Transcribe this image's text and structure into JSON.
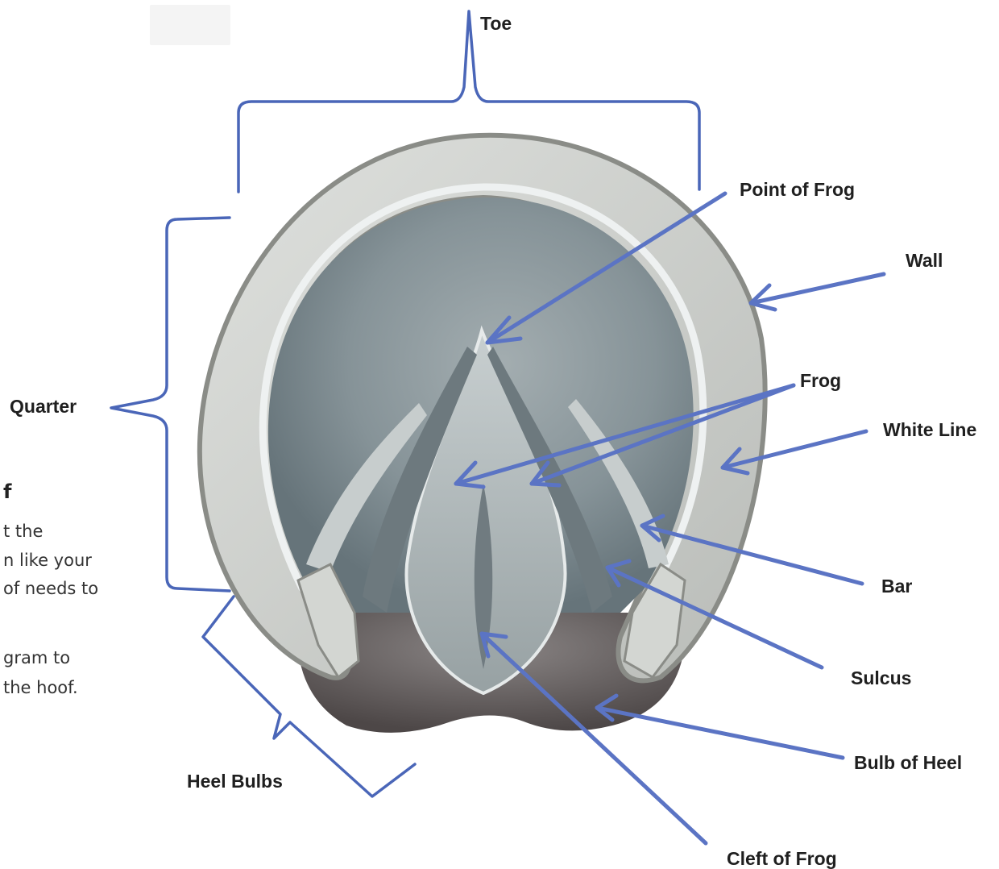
{
  "labels": {
    "toe": "Toe",
    "point_of_frog": "Point of Frog",
    "wall": "Wall",
    "frog": "Frog",
    "white_line": "White Line",
    "bar": "Bar",
    "sulcus": "Sulcus",
    "bulb_of_heel": "Bulb of Heel",
    "cleft_of_frog": "Cleft of Frog",
    "quarter": "Quarter",
    "heel_bulbs": "Heel Bulbs"
  },
  "side_text": {
    "heading_fragment": "f",
    "lines": [
      "t the",
      "n like your",
      "of needs to",
      "",
      "gram to",
      "the hoof."
    ]
  },
  "colors": {
    "arrow": "#5b74c4",
    "bracket": "#4a66b8",
    "wall_outer": "#8f918c",
    "wall_inner": "#c9cbc7",
    "white_line": "#ecefef",
    "sole": "#8e9a9e",
    "frog": "#a7b0b1",
    "bulbs": "#6d6868"
  }
}
